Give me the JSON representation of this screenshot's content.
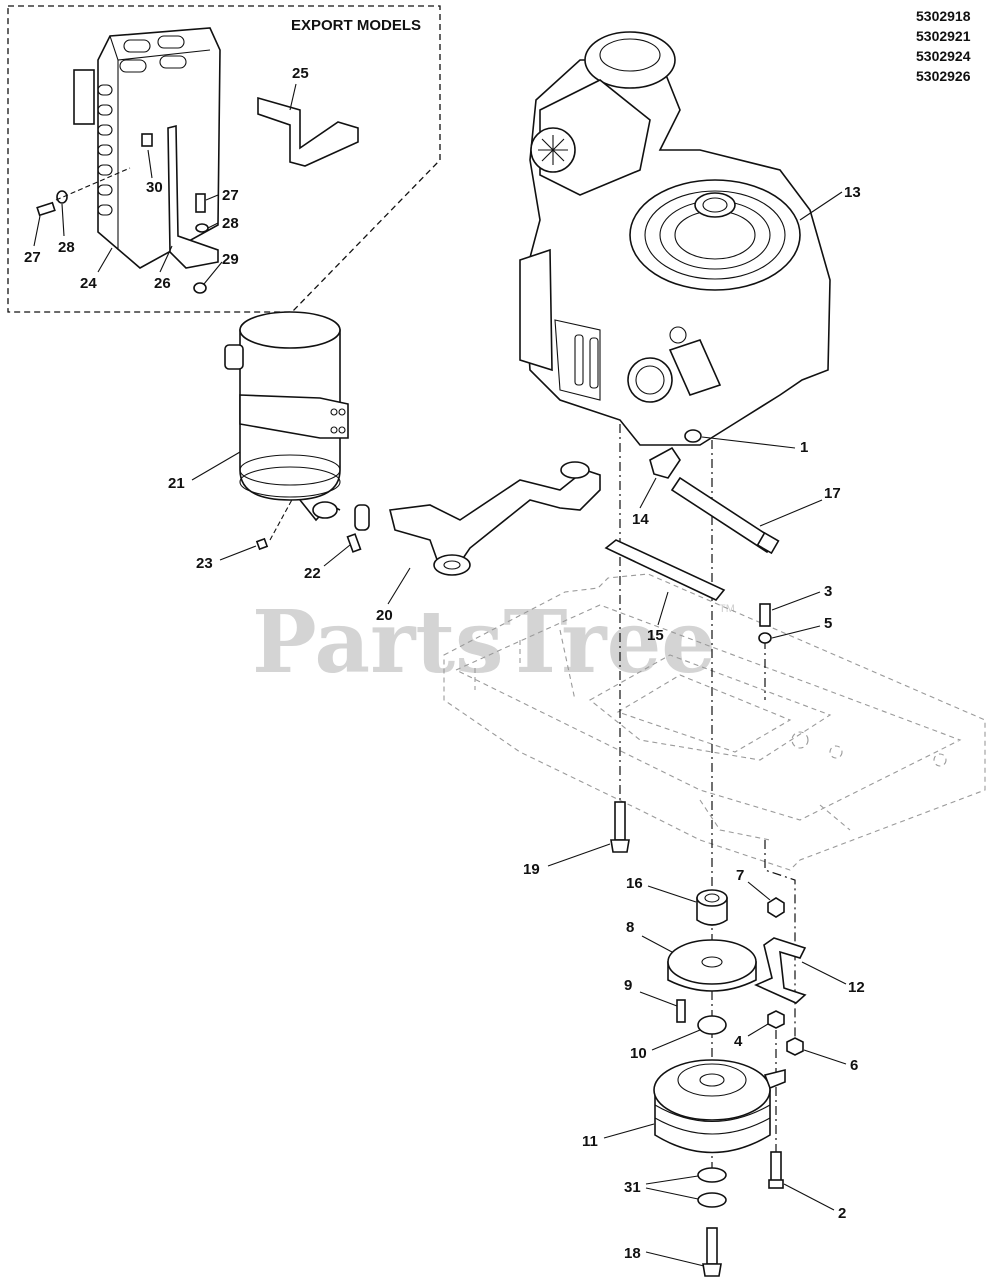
{
  "model_numbers": [
    "5302918",
    "5302921",
    "5302924",
    "5302926"
  ],
  "inset_title": "EXPORT MODELS",
  "watermark": "PartsTree",
  "watermark_tm": "TM",
  "callouts": {
    "c1": "1",
    "c2": "2",
    "c3": "3",
    "c4": "4",
    "c5": "5",
    "c6": "6",
    "c7": "7",
    "c8": "8",
    "c9": "9",
    "c10": "10",
    "c11": "11",
    "c12": "12",
    "c13": "13",
    "c14": "14",
    "c15": "15",
    "c16": "16",
    "c17": "17",
    "c18": "18",
    "c19": "19",
    "c20": "20",
    "c21": "21",
    "c22": "22",
    "c23": "23",
    "c24": "24",
    "c25": "25",
    "c26": "26",
    "c27a": "27",
    "c27b": "27",
    "c28a": "28",
    "c28b": "28",
    "c29": "29",
    "c30": "30",
    "c31": "31"
  }
}
